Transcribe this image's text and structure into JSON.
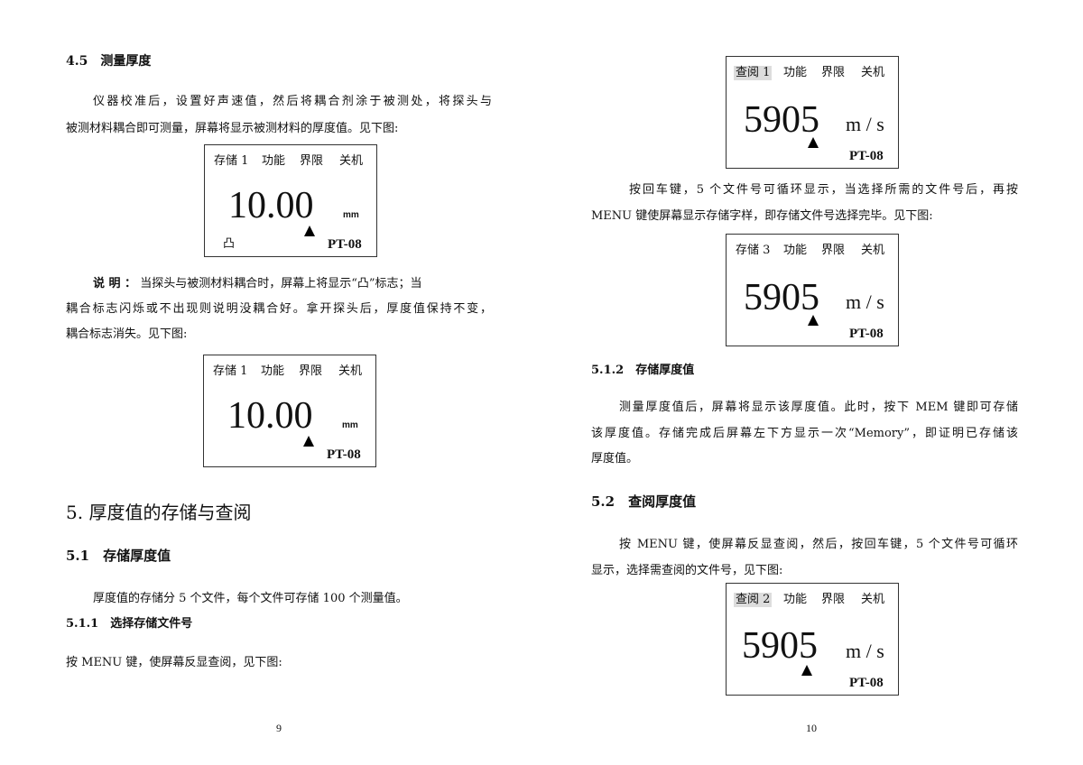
{
  "left_page": {
    "section_4_5": "4.5　测量厚度",
    "para1": [
      "仪器校准后，设置好声速值，然后将耦合剂涂于被测处，将探头与",
      "被测材料耦合即可测量，屏幕将显示被测材料的厚度值。见下图:"
    ],
    "note_label": "说 明 ：",
    "note": [
      "当探头与被测材料耦合时，屏幕上将显示“凸”标志；当",
      "耦合标志闪烁或不出现则说明没耦合好。拿开探头后，厚度值保持不变，",
      "耦合标志消失。见下图:"
    ],
    "chapter_5": "5. 厚度值的存储与查阅",
    "section_5_1": "5.1　存储厚度值",
    "para_5_1": "厚度值的存储分 5 个文件，每个文件可存储 100 个测量值。",
    "section_5_1_1": "5.1.1　选择存储文件号",
    "para_5_1_1": "按 MENU 键，使屏幕反显查阅，见下图:",
    "page_number": "9"
  },
  "right_page": {
    "para_a": [
      "按回车键，5 个文件号可循环显示，当选择所需的文件号后，再按",
      "MENU 键使屏幕显示存储字样，即存储文件号选择完毕。见下图:"
    ],
    "section_5_1_2": "5.1.2　存储厚度值",
    "para_b": [
      "测量厚度值后，屏幕将显示该厚度值。此时，按下 MEM 键即可存储",
      "该厚度值。存储完成后屏幕左下方显示一次“Memory”，即证明已存储该",
      "厚度值。"
    ],
    "section_5_2": "5.2　查阅厚度值",
    "para_c": [
      "按 MENU 键，使屏幕反显查阅，然后，按回车键，5 个文件号可循环",
      "显示，选择需查阅的文件号，见下图:"
    ],
    "page_number": "10"
  },
  "screens": [
    {
      "menu": [
        "存储 1",
        "功能",
        "界限",
        "关机"
      ],
      "value": "10.00",
      "unit": "mm",
      "coupling": "凸",
      "model": "PT-08"
    },
    {
      "menu": [
        "存储 1",
        "功能",
        "界限",
        "关机"
      ],
      "value": "10.00",
      "unit": "mm",
      "model": "PT-08"
    },
    {
      "menu": [
        "查阅 1",
        "功能",
        "界限",
        "关机"
      ],
      "value": "5905",
      "unit": "m / s",
      "model": "PT-08",
      "highlighted": "查阅 1"
    },
    {
      "menu": [
        "存储 3",
        "功能",
        "界限",
        "关机"
      ],
      "value": "5905",
      "unit": "m / s",
      "model": "PT-08"
    },
    {
      "menu": [
        "查阅 2",
        "功能",
        "界限",
        "关机"
      ],
      "value": "5905",
      "unit": "m / s",
      "model": "PT-08",
      "highlighted": "查阅 2"
    }
  ]
}
